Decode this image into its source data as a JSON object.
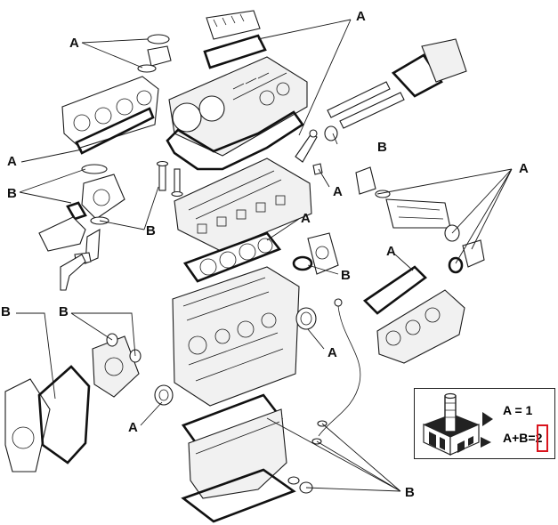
{
  "labels": [
    {
      "text": "A"
    },
    {
      "text": "A"
    },
    {
      "text": "A"
    },
    {
      "text": "B"
    },
    {
      "text": "B"
    },
    {
      "text": "A"
    },
    {
      "text": "B"
    },
    {
      "text": "A"
    },
    {
      "text": "B"
    },
    {
      "text": "A"
    },
    {
      "text": "B"
    },
    {
      "text": "B"
    },
    {
      "text": "A"
    },
    {
      "text": "A"
    },
    {
      "text": "B"
    },
    {
      "text": "A"
    }
  ],
  "legend": {
    "line_a": "A = 1",
    "line_b_prefix": "A+B=",
    "line_b_value": "2",
    "highlight_color": "#d9141d"
  },
  "icons": [
    "gasket-kit-icon"
  ]
}
